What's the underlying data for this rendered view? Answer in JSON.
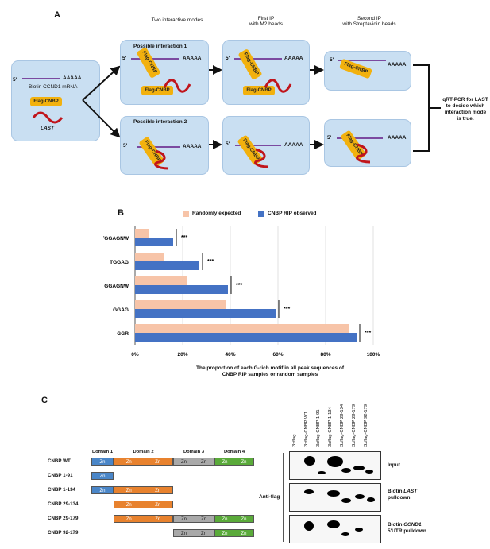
{
  "panel_a": {
    "letter": "A",
    "col_headers": [
      "Two interactive modes",
      "First IP\nwith M2 beads",
      "Second IP\nwith Streptavidin beads"
    ],
    "start": {
      "mrna_label": "Biotin CCND1 mRNA",
      "flag": "Flag-CNBP",
      "last": "LAST"
    },
    "interaction1": "Possible interaction 1",
    "interaction2": "Possible interaction 2",
    "five_prime": "5'",
    "polyA": "AAAAA",
    "flag": "Flag-CNBP",
    "qrt": "qRT-PCR for LAST to decide which interaction mode is true."
  },
  "panel_b": {
    "letter": "B",
    "legend": [
      "Randomly expected",
      "CNBP RIP observed"
    ],
    "x_caption": "The proportion of each G-rich motif in all peak sequences of CNBP RIP samples or random samples",
    "significance": "***"
  },
  "chart_data": {
    "type": "bar",
    "orientation": "horizontal",
    "categories": [
      "TGGAGNW",
      "TGGAG",
      "GGAGNW",
      "GGAG",
      "GGR"
    ],
    "series": [
      {
        "name": "Randomly expected",
        "values": [
          0.06,
          0.12,
          0.22,
          0.38,
          0.9
        ],
        "color": "#f7c4a8"
      },
      {
        "name": "CNBP RIP observed",
        "values": [
          0.16,
          0.27,
          0.39,
          0.59,
          0.93
        ],
        "color": "#4472c4"
      }
    ],
    "x_ticks": [
      "0%",
      "20%",
      "40%",
      "60%",
      "80%",
      "100%"
    ],
    "xlim": [
      0,
      1
    ],
    "legend_position": "top"
  },
  "panel_c": {
    "letter": "C",
    "domain_headers": [
      "Domain 1",
      "Domain 2",
      "Domain 3",
      "Domain 4"
    ],
    "zn": "Zn",
    "constructs": [
      "CNBP WT",
      "CNBP 1-91",
      "CNBP 1-134",
      "CNBP 29-134",
      "CNBP 29-179",
      "CNBP 92-179"
    ],
    "antiflag": "Anti-flag",
    "lanes": [
      "3xflag",
      "3xflag-CNBP WT",
      "3xflag-CNBP 1-91",
      "3xflag-CNBP 1-134",
      "3xflag-CNBP 29-134",
      "3xflag-CNBP 29-179",
      "3xflag-CNBP 92-179"
    ],
    "blot_labels": {
      "input": "Input",
      "last1": "Biotin ",
      "last2": "LAST",
      "last3": "pulldown",
      "ccnd1": "Biotin ",
      "ccnd2": "CCND1",
      "ccnd3": "5'UTR pulldown"
    },
    "colors": {
      "domain1": "#4a86c8",
      "domain2": "#e8822e",
      "domain3": "#a9a9a9",
      "domain4": "#5aaa3a"
    }
  }
}
